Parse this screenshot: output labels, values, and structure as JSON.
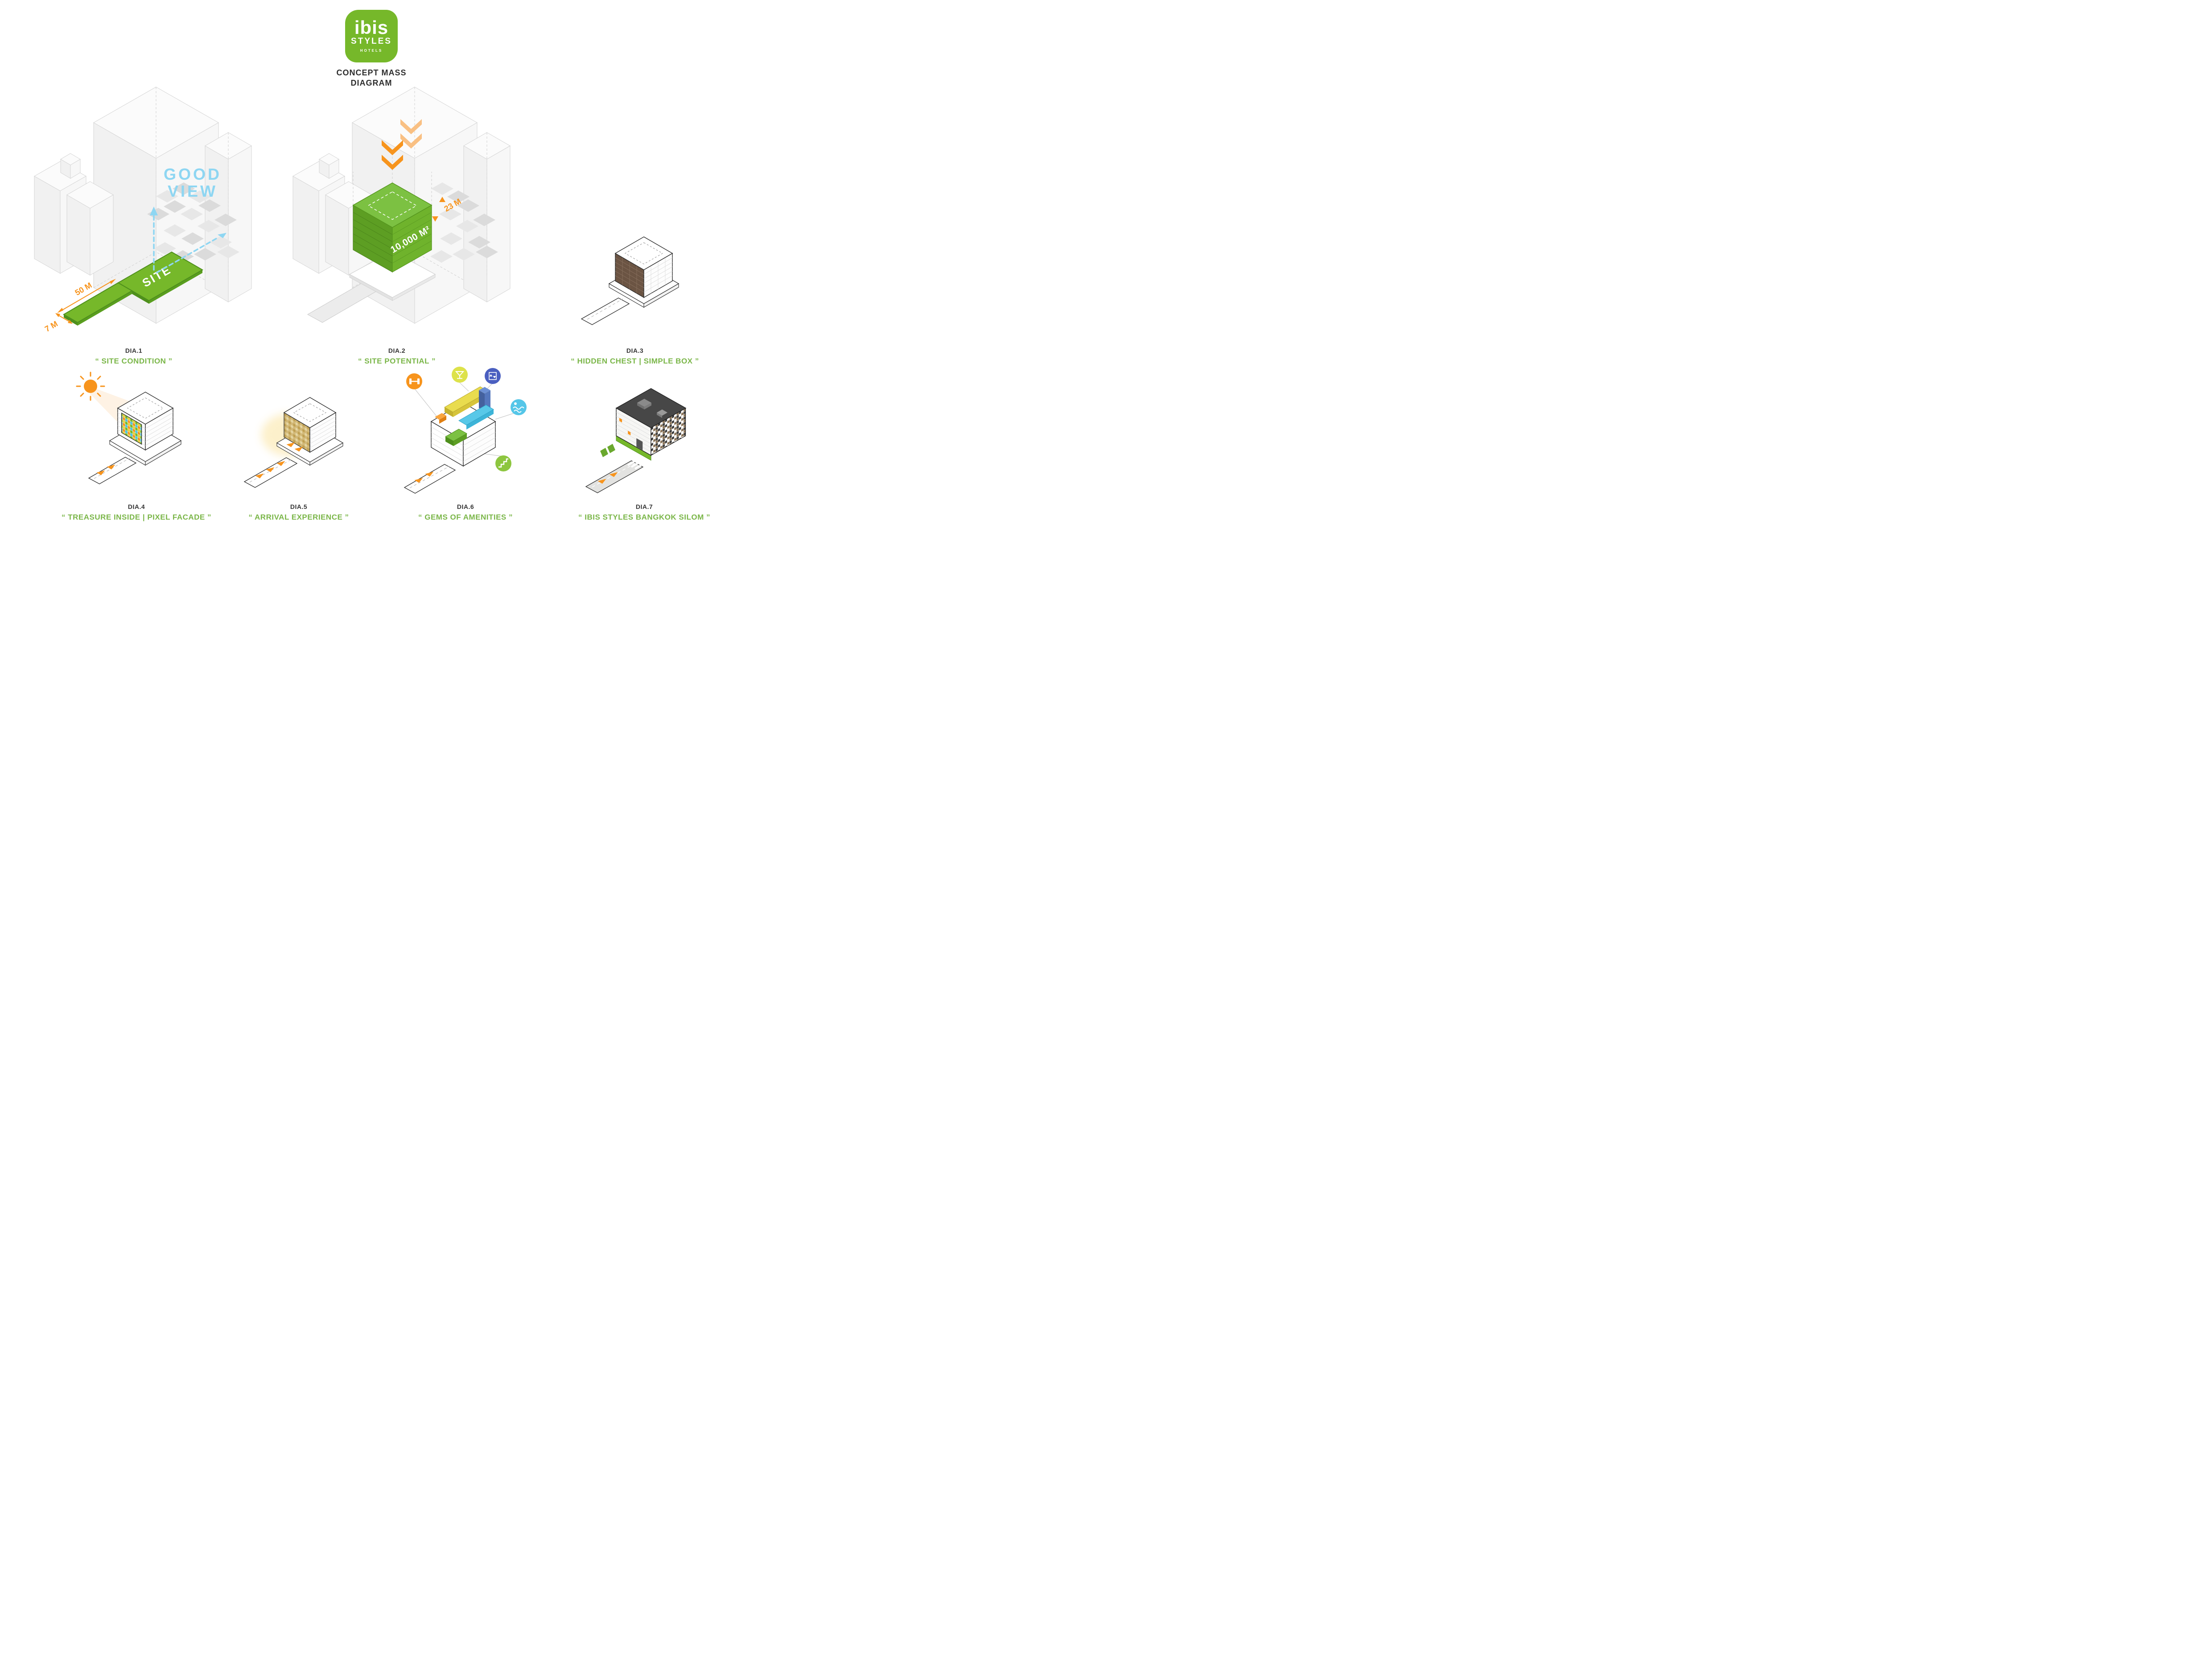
{
  "logo": {
    "brand": "ibis",
    "sub": "STYLES",
    "tagline": "HOTELS",
    "bg_color": "#76b82a"
  },
  "header": {
    "title_line1": "CONCEPT MASS",
    "title_line2": "DIAGRAM"
  },
  "colors": {
    "brand_green": "#76b82a",
    "caption_green": "#7ab648",
    "accent_orange": "#f7941d",
    "view_blue": "#8ed6f2",
    "ink": "#333333"
  },
  "diagrams": [
    {
      "id": "DIA.1",
      "title": "“ SITE CONDITION ”",
      "labels": {
        "good_view_1": "GOOD",
        "good_view_2": "VIEW",
        "site": "SITE",
        "dim_length": "50 M",
        "dim_width": "7 M"
      }
    },
    {
      "id": "DIA.2",
      "title": "“ SITE POTENTIAL ”",
      "labels": {
        "area": "10,000 M²",
        "dim_height": "23 M"
      }
    },
    {
      "id": "DIA.3",
      "title": "“ HIDDEN CHEST | SIMPLE BOX ”"
    },
    {
      "id": "DIA.4",
      "title": "“ TREASURE INSIDE | PIXEL FACADE ”"
    },
    {
      "id": "DIA.5",
      "title": "“ ARRIVAL EXPERIENCE ”"
    },
    {
      "id": "DIA.6",
      "title": "“ GEMS OF AMENITIES ”",
      "amenity_icons": [
        "gym-dumbbell-icon",
        "cocktail-bar-icon",
        "elevator-icon",
        "pool-icon",
        "stairs-icon"
      ]
    },
    {
      "id": "DIA.7",
      "title": "“ IBIS STYLES BANGKOK SILOM ”"
    }
  ]
}
